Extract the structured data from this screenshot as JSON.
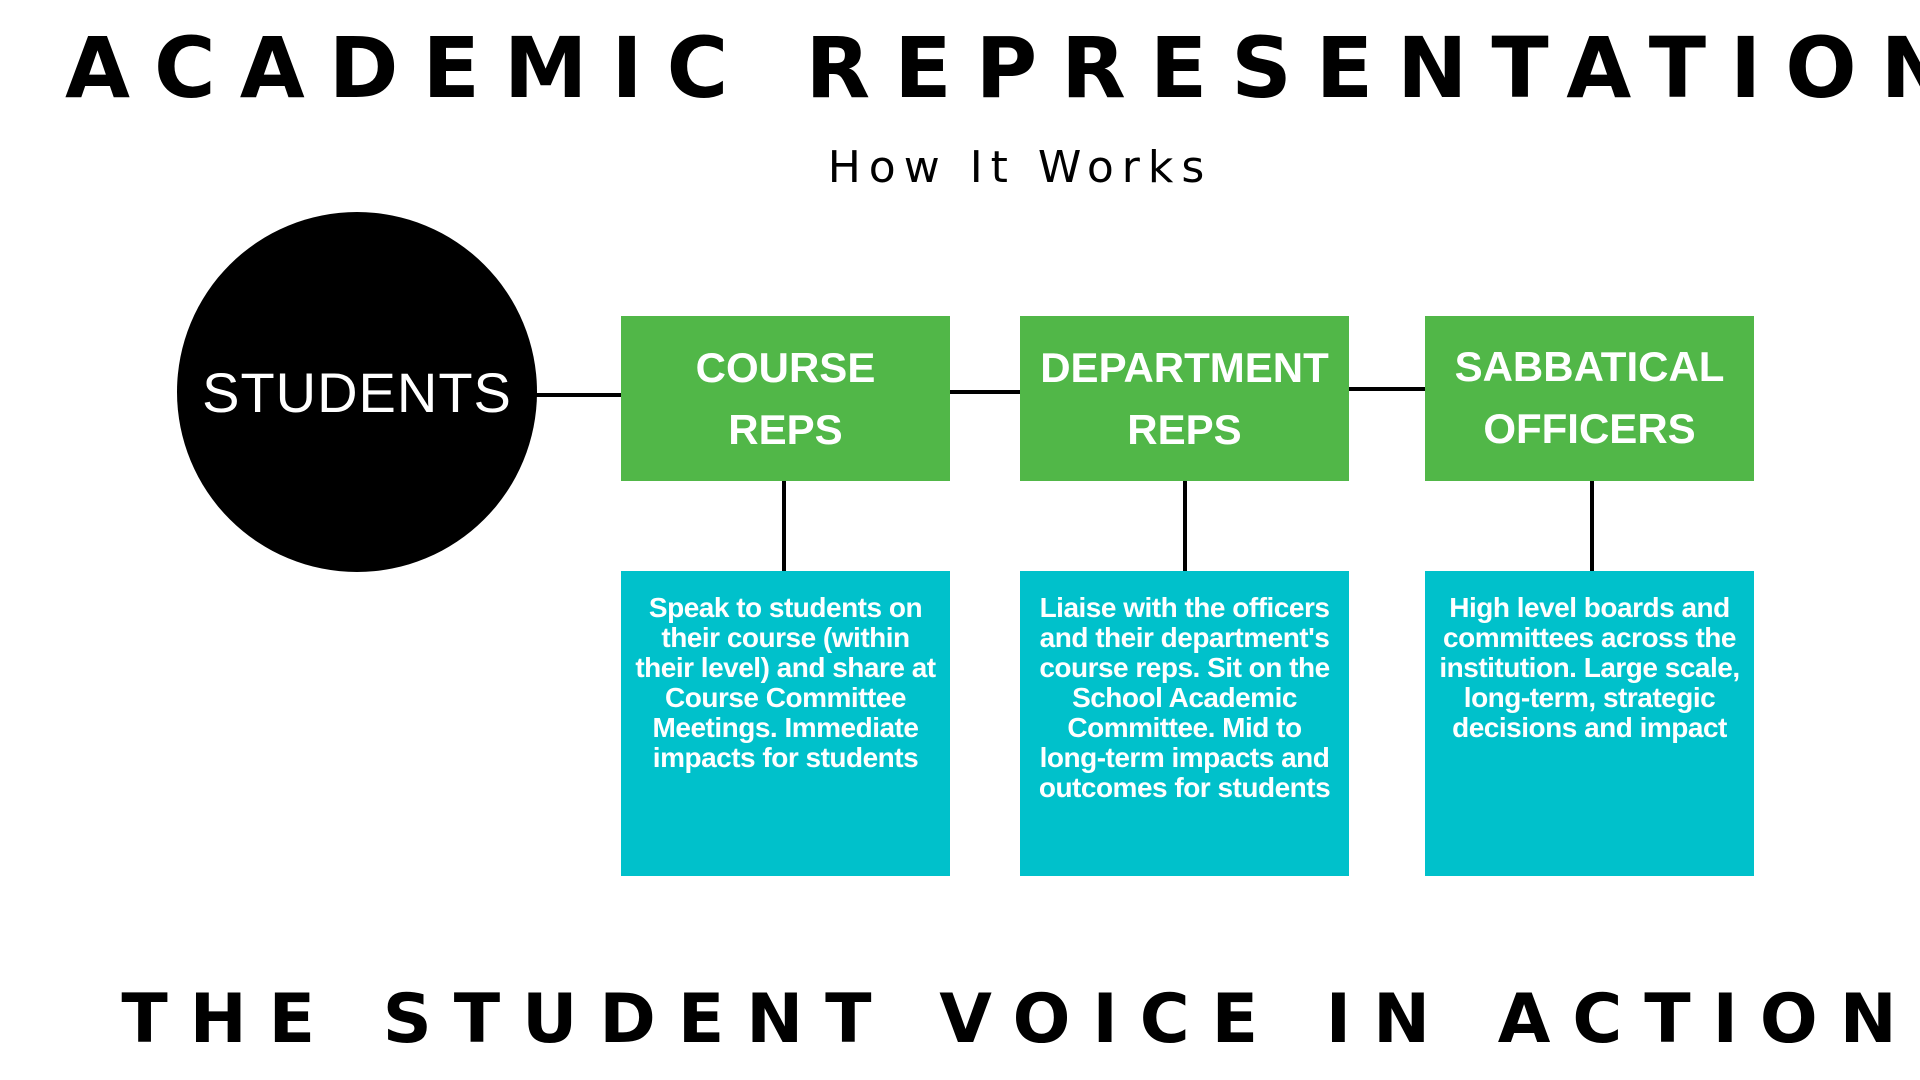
{
  "title": "ACADEMIC REPRESENTATION",
  "subtitle": "How It Works",
  "footer": "THE STUDENT VOICE IN ACTION",
  "start_node": {
    "label": "STUDENTS"
  },
  "levels": [
    {
      "label": "COURSE\nREPS",
      "description": "Speak to students on their course (within their level) and share at Course Committee Meetings. Immediate impacts for students"
    },
    {
      "label": "DEPARTMENT\nREPS",
      "description": "Liaise with the officers and their department's course reps. Sit on the School Academic Committee. Mid to long-term impacts and outcomes for students"
    },
    {
      "label": "SABBATICAL\nOFFICERS",
      "description": "High level boards and committees across the institution. Large scale, long-term, strategic decisions and impact"
    }
  ],
  "colors": {
    "level_box": "#51b748",
    "description_box": "#00c1cb",
    "start_node": "#000000",
    "text_light": "#ffffff"
  }
}
